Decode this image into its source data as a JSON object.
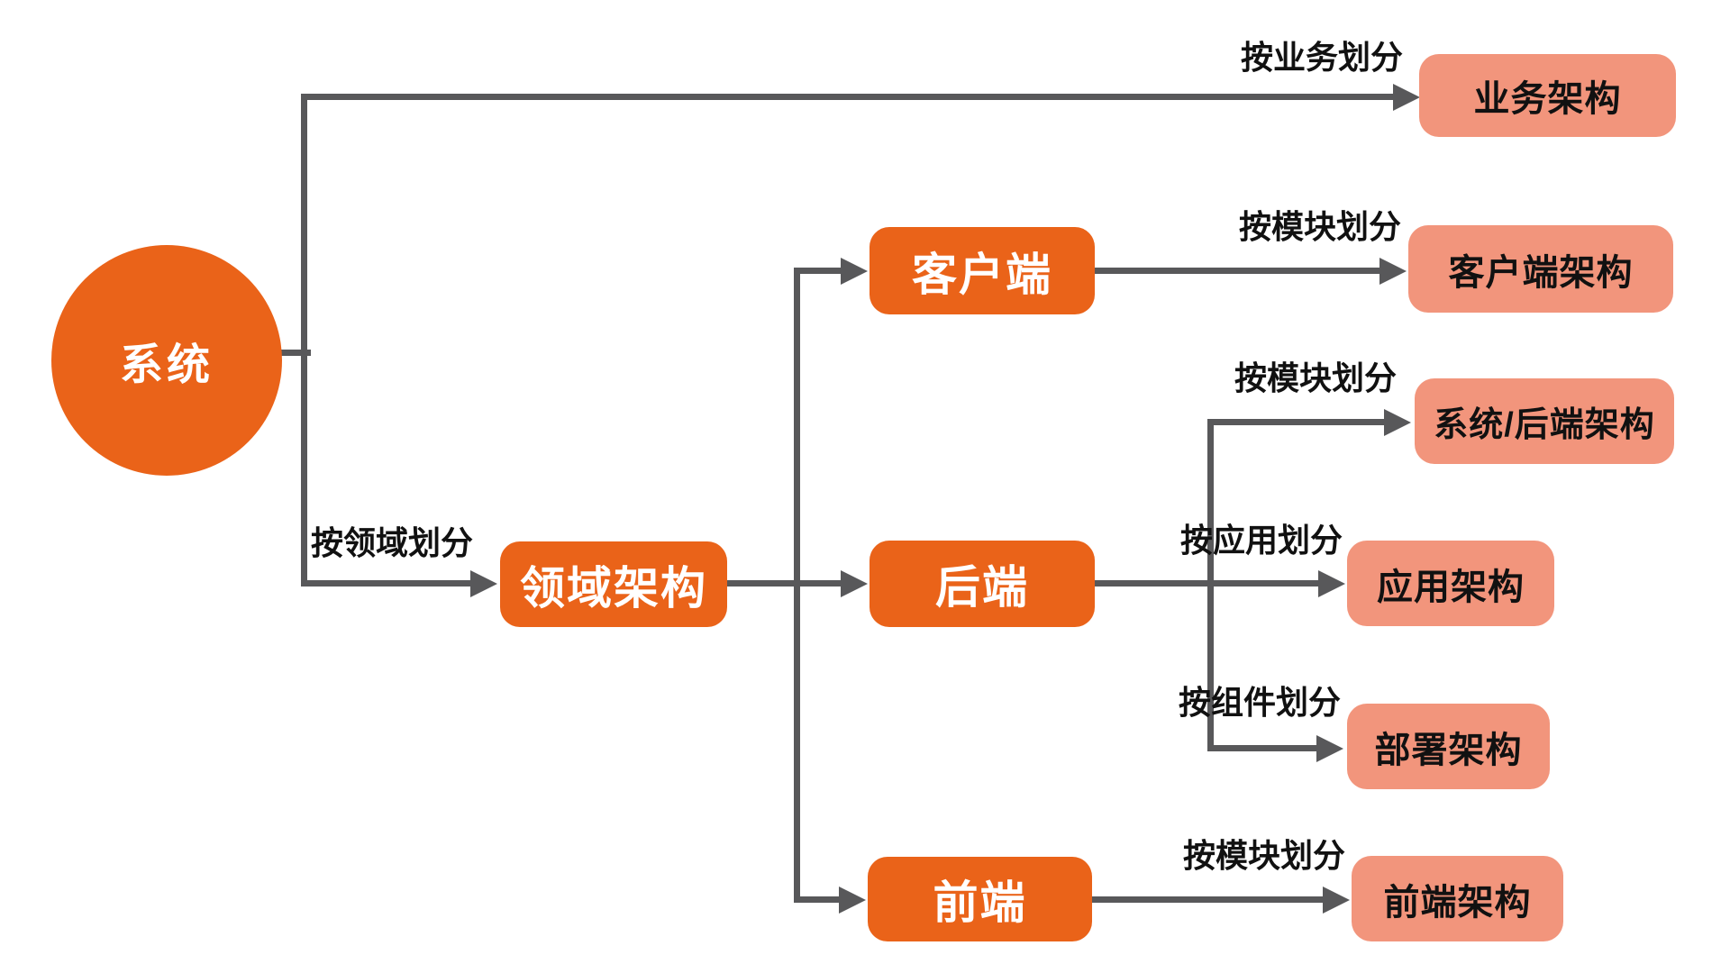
{
  "colors": {
    "primary_orange": "#EA6319",
    "salmon": "#F2957C",
    "line_gray": "#58585A",
    "label_text": "#111111",
    "node_text_light": "#FFFFFF"
  },
  "nodes": {
    "system": "系统",
    "domain_arch": "领域架构",
    "client": "客户端",
    "backend": "后端",
    "frontend": "前端",
    "business_arch": "业务架构",
    "client_arch": "客户端架构",
    "system_backend_arch": "系统/后端架构",
    "app_arch": "应用架构",
    "deploy_arch": "部署架构",
    "frontend_arch": "前端架构"
  },
  "edge_labels": {
    "system_to_business": "按业务划分",
    "system_to_domain": "按领域划分",
    "client_to_client_arch": "按模块划分",
    "backend_to_system_backend_arch": "按模块划分",
    "backend_to_app_arch": "按应用划分",
    "backend_to_deploy_arch": "按组件划分",
    "frontend_to_frontend_arch": "按模块划分"
  }
}
